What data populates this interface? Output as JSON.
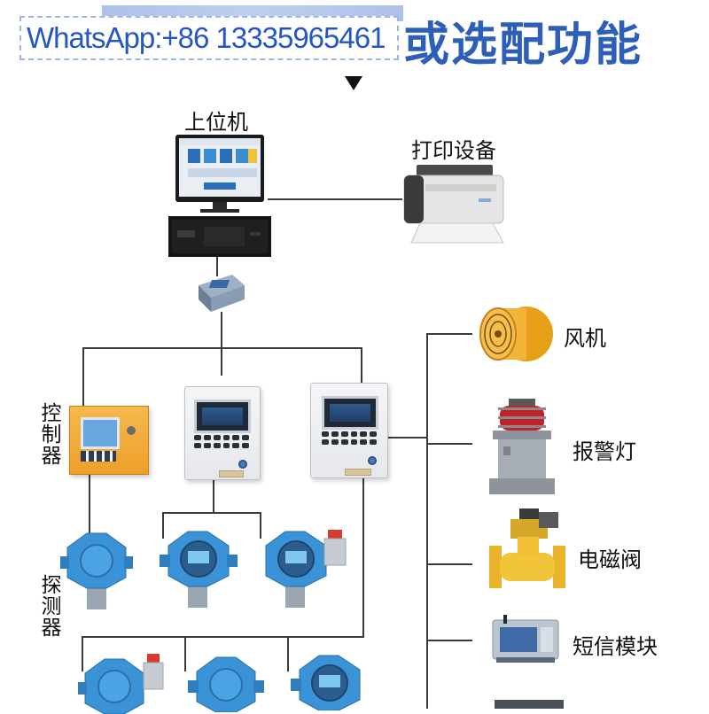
{
  "header": {
    "title": "或选配功能",
    "watermark": "WhatsApp:+86 13335965461"
  },
  "nodes": {
    "host": "上位机",
    "printer": "打印设备",
    "controller": "控制器",
    "detector": "探测器",
    "fan": "风机",
    "alarm_light": "报警灯",
    "solenoid_valve": "电磁阀",
    "sms_module": "短信模块"
  },
  "colors": {
    "accent": "#2d5fb8",
    "detector_blue": "#3a93d6",
    "controller_orange": "#ee9f2a",
    "wire": "#3a3a3a"
  }
}
